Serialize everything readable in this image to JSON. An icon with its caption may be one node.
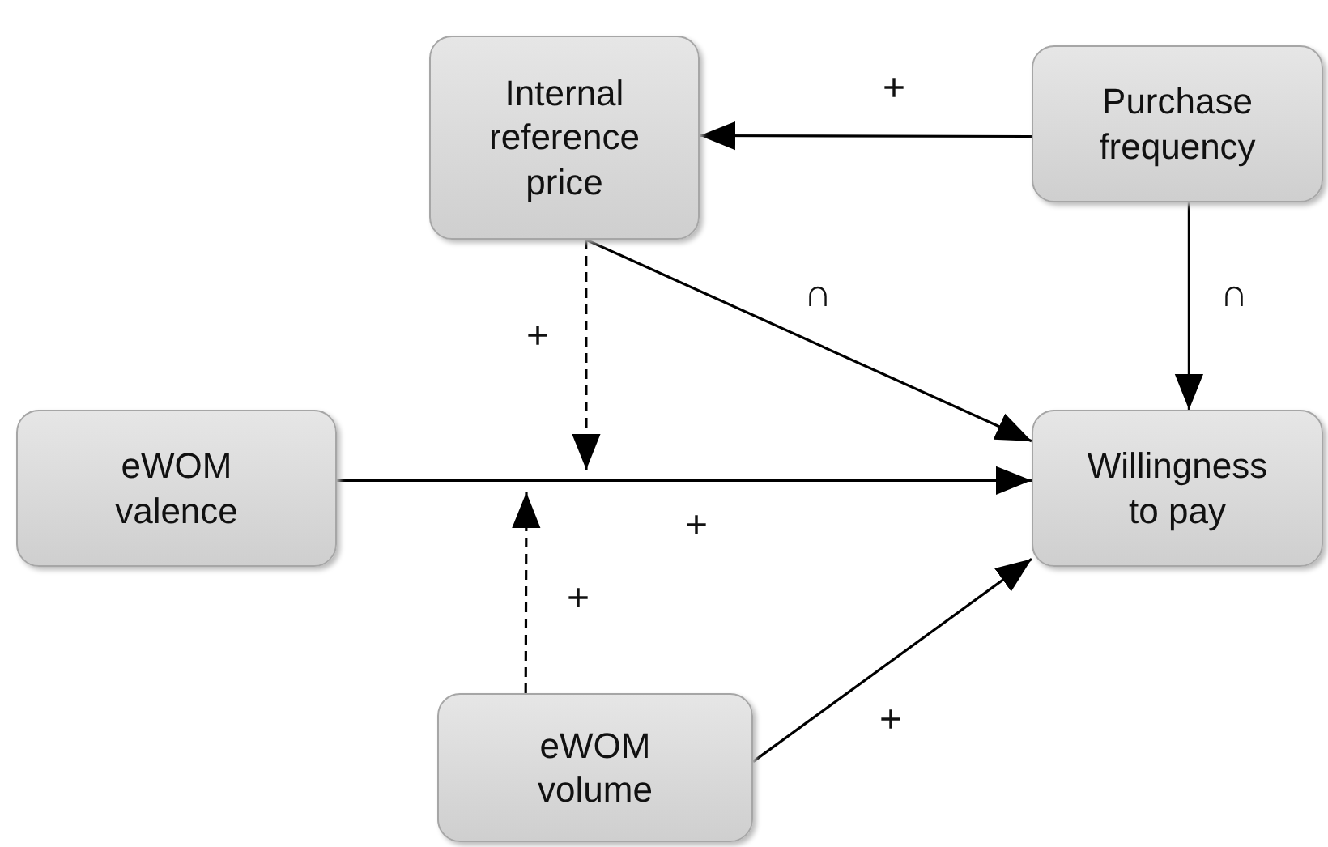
{
  "diagram": {
    "nodes": [
      {
        "text": [
          "Internal reference price"
        ]
      },
      {
        "text": [
          "Purchase frequency"
        ]
      },
      {
        "text": [
          "eWOM valence"
        ]
      },
      {
        "text": [
          "Willingness to pay"
        ]
      },
      {
        "text": [
          "eWOM volume"
        ]
      }
    ],
    "edges": [
      {
        "from": 1,
        "to": 0,
        "arrow": "to",
        "label": "+"
      },
      {
        "from": 0,
        "to": 3,
        "arrow": "to",
        "label": "∩"
      },
      {
        "from": 1,
        "to": 3,
        "arrow": "to",
        "label": "∩"
      },
      {
        "from": 0,
        "to": null,
        "arrow": "to",
        "style": "dashed",
        "label": "+"
      },
      {
        "from": 2,
        "to": 3,
        "arrow": "to",
        "label": "+"
      },
      {
        "from": 4,
        "to": null,
        "arrow": "to",
        "style": "dashed",
        "label": "+"
      },
      {
        "from": 4,
        "to": 3,
        "arrow": "to",
        "label": "+"
      }
    ]
  }
}
